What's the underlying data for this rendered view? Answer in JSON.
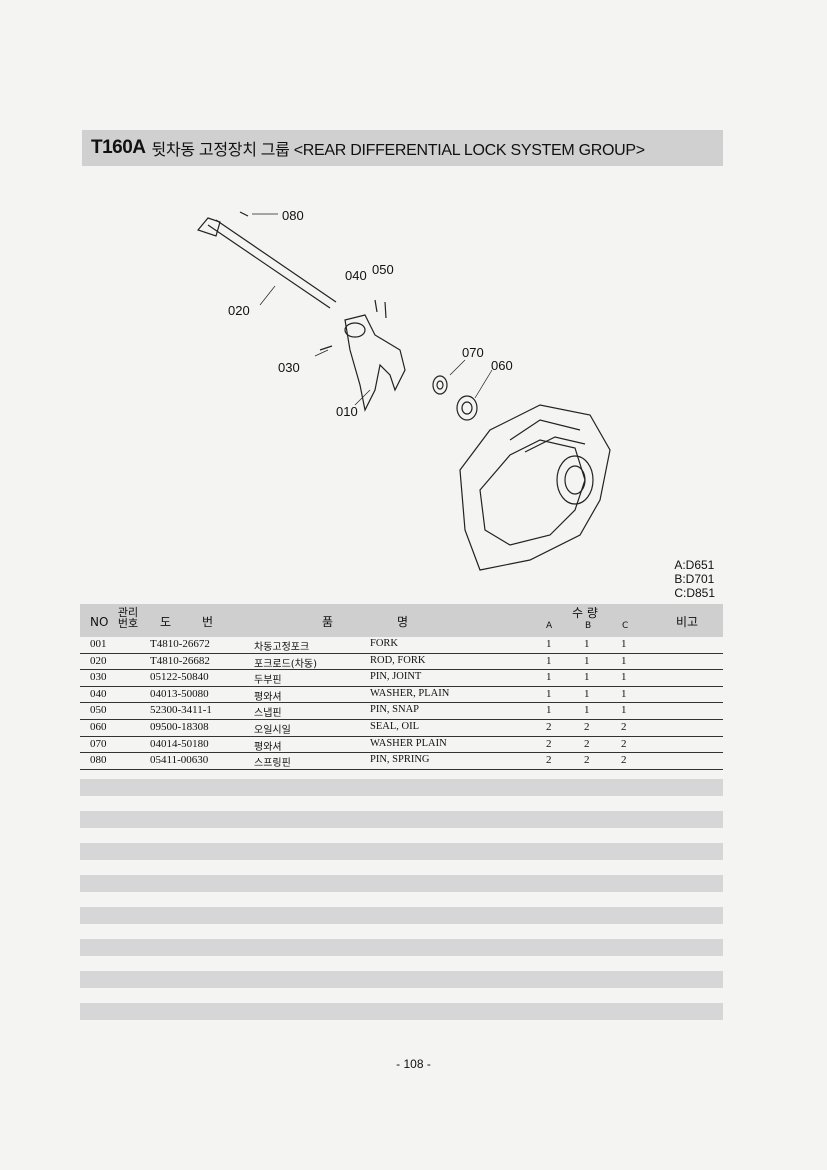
{
  "header": {
    "code": "T160A",
    "title": "뒷차동 고정장치 그룹 <REAR DIFFERENTIAL LOCK SYSTEM  GROUP>"
  },
  "diagram": {
    "callouts": [
      "080",
      "040",
      "050",
      "020",
      "030",
      "070",
      "060",
      "010"
    ]
  },
  "models": [
    "A:D651",
    "B:D701",
    "C:D851"
  ],
  "table": {
    "headers": {
      "no": "NO",
      "mgmt_top": "관리",
      "mgmt_bottom": "번호",
      "part1": "도",
      "part2": "번",
      "name1": "품",
      "name2": "명",
      "qty": "수   량",
      "a": "A",
      "b": "B",
      "c": "C",
      "remarks": "비고"
    },
    "rows": [
      {
        "no": "001",
        "pn": "T4810-26672",
        "ko": "차동고정포크",
        "en": "FORK",
        "a": "1",
        "b": "1",
        "c": "1"
      },
      {
        "no": "020",
        "pn": "T4810-26682",
        "ko": "포크로드(차동)",
        "en": "ROD, FORK",
        "a": "1",
        "b": "1",
        "c": "1"
      },
      {
        "no": "030",
        "pn": "05122-50840",
        "ko": "두부핀",
        "en": "PIN, JOINT",
        "a": "1",
        "b": "1",
        "c": "1"
      },
      {
        "no": "040",
        "pn": "04013-50080",
        "ko": "평와셔",
        "en": "WASHER, PLAIN",
        "a": "1",
        "b": "1",
        "c": "1"
      },
      {
        "no": "050",
        "pn": "52300-3411-1",
        "ko": "스냅핀",
        "en": "PIN, SNAP",
        "a": "1",
        "b": "1",
        "c": "1"
      },
      {
        "no": "060",
        "pn": "09500-18308",
        "ko": "오일시일",
        "en": "SEAL, OIL",
        "a": "2",
        "b": "2",
        "c": "2"
      },
      {
        "no": "070",
        "pn": "04014-50180",
        "ko": "평와셔",
        "en": "WASHER PLAIN",
        "a": "2",
        "b": "2",
        "c": "2"
      },
      {
        "no": "080",
        "pn": "05411-00630",
        "ko": "스프링핀",
        "en": "PIN, SPRING",
        "a": "2",
        "b": "2",
        "c": "2"
      }
    ]
  },
  "footer": {
    "page": "- 108 -"
  }
}
